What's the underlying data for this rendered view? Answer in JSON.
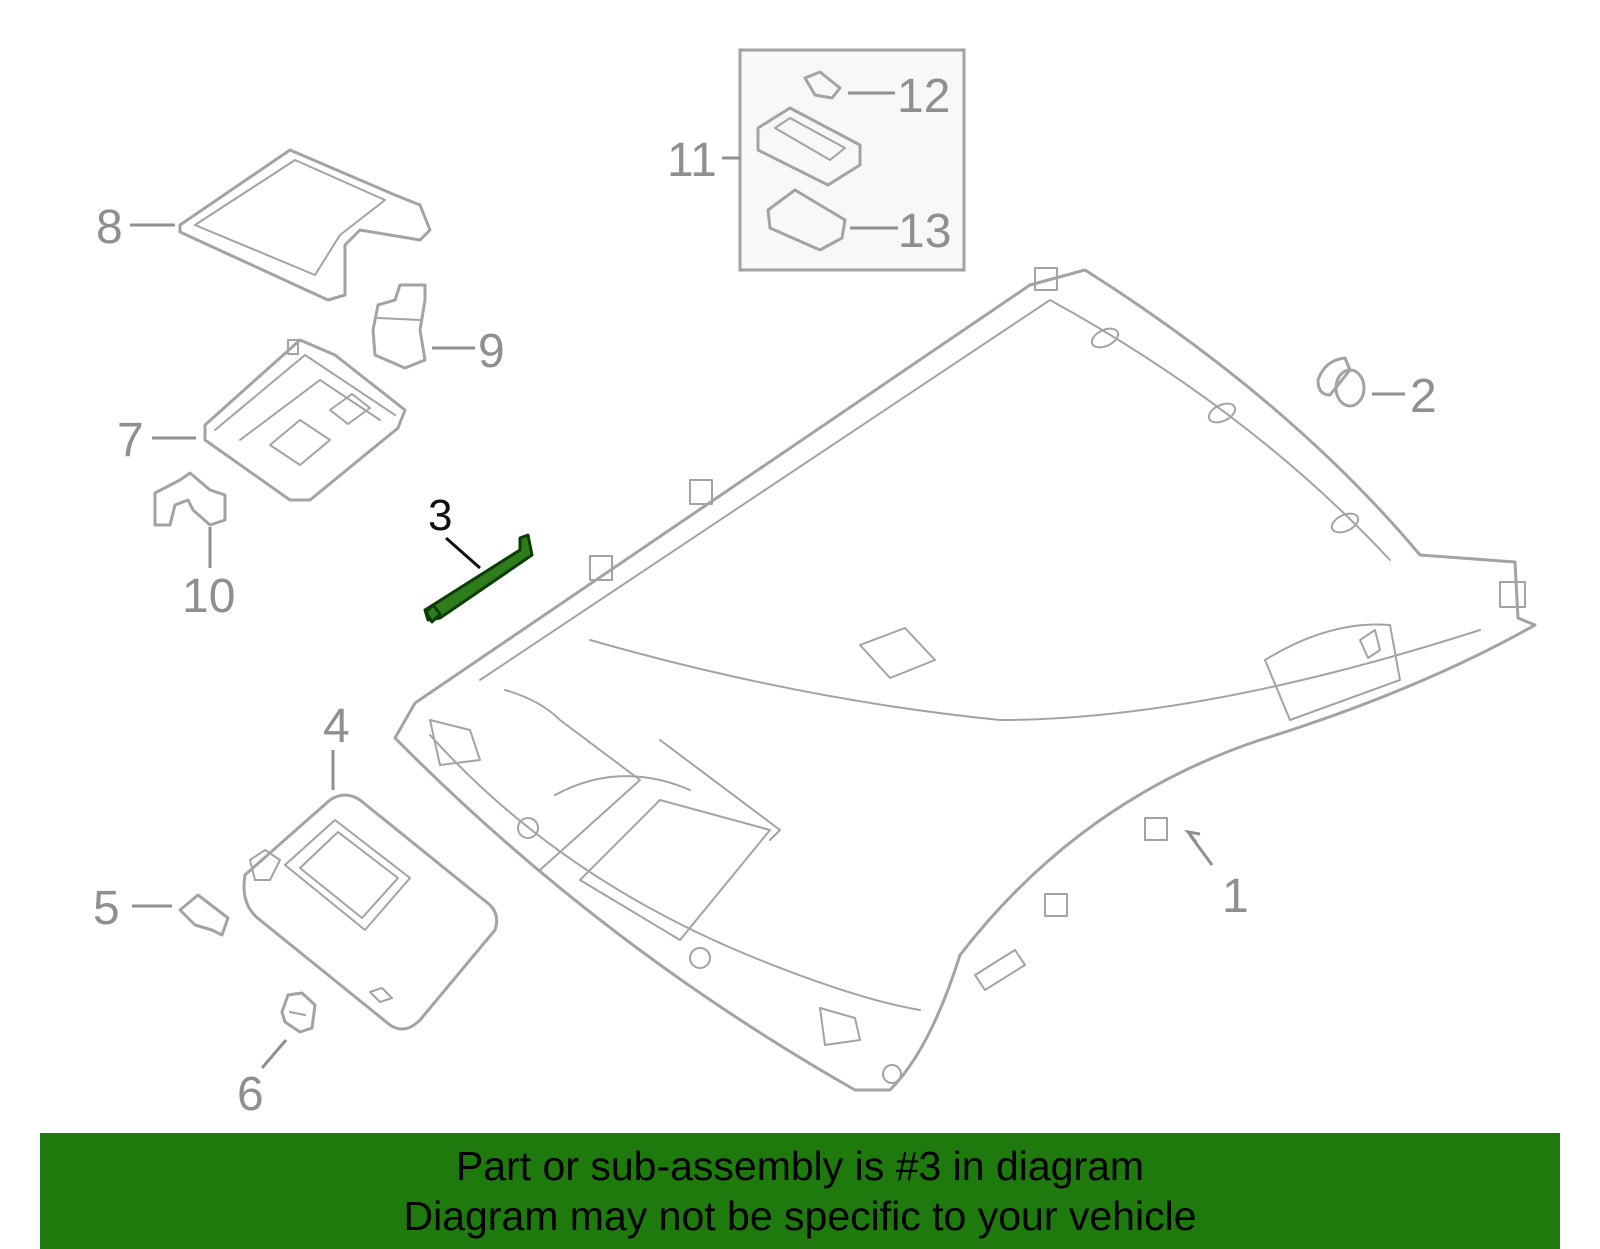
{
  "callouts": {
    "c1": "1",
    "c2": "2",
    "c3": "3",
    "c4": "4",
    "c5": "5",
    "c6": "6",
    "c7": "7",
    "c8": "8",
    "c9": "9",
    "c10": "10",
    "c11": "11",
    "c12": "12",
    "c13": "13"
  },
  "banner": {
    "line1": "Part or sub-assembly is #3 in diagram",
    "line2": "Diagram may not be specific to your vehicle"
  },
  "colors": {
    "banner_bg": "#1f7a0d",
    "highlight_part": "#2e7d1a",
    "line_art": "#a3a3a3"
  }
}
